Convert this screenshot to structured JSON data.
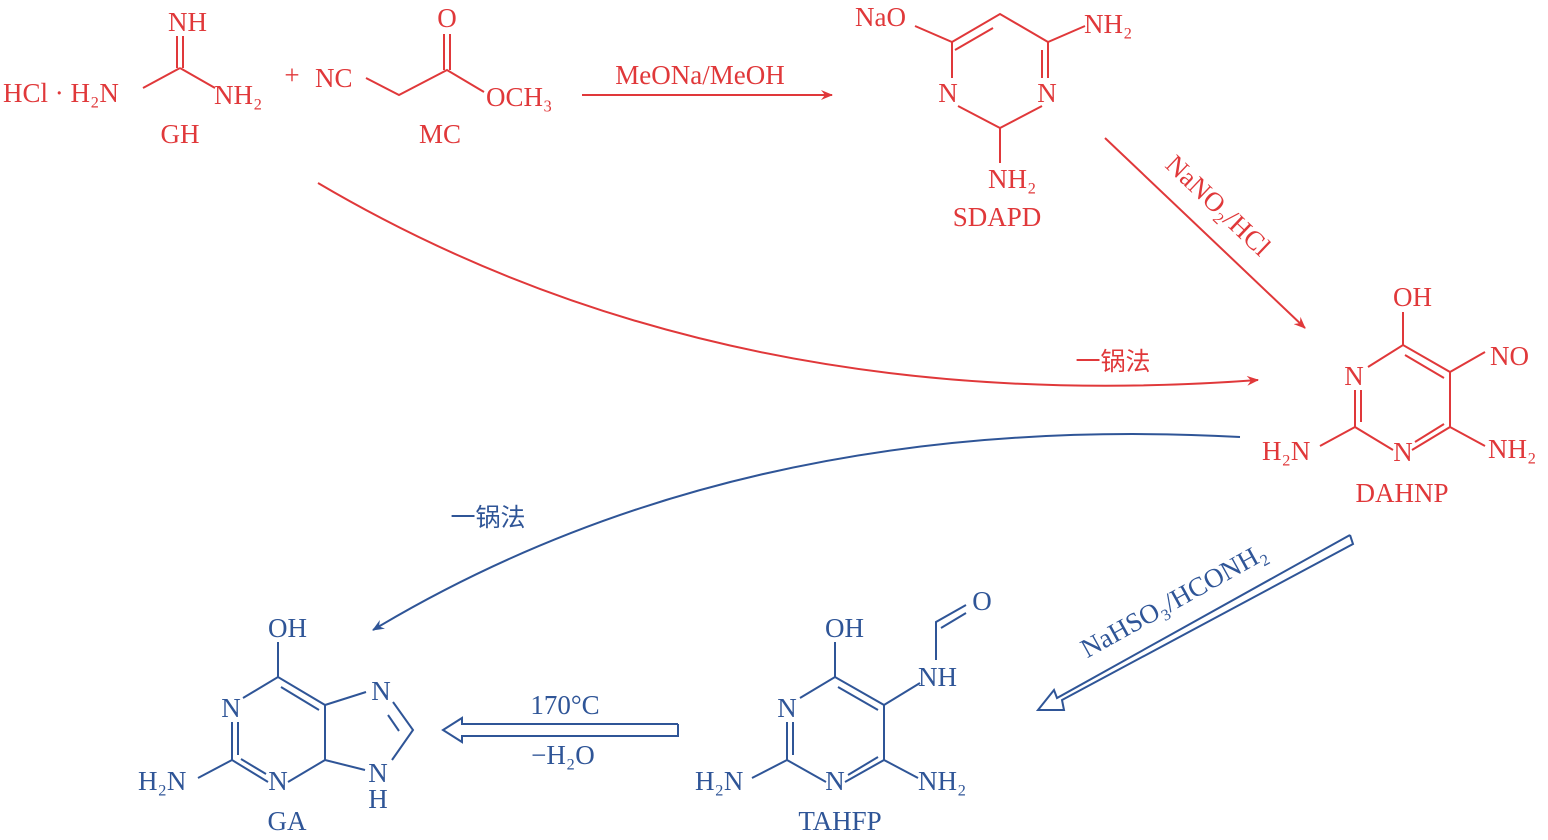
{
  "colors": {
    "red": "#e0383a",
    "blue": "#2f5597"
  },
  "gh": {
    "hcl": "HCl · H₂N",
    "nh": "NH",
    "nh2": "NH₂",
    "name": "GH"
  },
  "plus": "+",
  "mc": {
    "nc": "NC",
    "o": "O",
    "och3": "OCH₃",
    "name": "MC"
  },
  "step1": {
    "reagent": "MeONa/MeOH"
  },
  "sdapd": {
    "nao": "NaO",
    "nh2_top": "NH₂",
    "n_left": "N",
    "n_right": "N",
    "nh2_bottom": "NH₂",
    "name": "SDAPD"
  },
  "step2": {
    "reagent": "NaNO₂/HCl"
  },
  "dahnp": {
    "oh": "OH",
    "no": "NO",
    "n_top": "N",
    "n_bottom": "N",
    "h2n": "H₂N",
    "nh2": "NH₂",
    "name": "DAHNP"
  },
  "onepot_red": {
    "label": "一锅法"
  },
  "onepot_blue": {
    "label": "一锅法"
  },
  "step3": {
    "reagent": "NaHSO₃/HCONH₂"
  },
  "tahfp": {
    "oh": "OH",
    "o": "O",
    "nh": "NH",
    "n_top": "N",
    "n_bottom": "N",
    "h2n": "H₂N",
    "nh2": "NH₂",
    "name": "TAHFP"
  },
  "step4": {
    "temp": "170°C",
    "loss": "−H₂O"
  },
  "ga": {
    "oh": "OH",
    "n1": "N",
    "n3": "N",
    "n7": "N",
    "n9": "N",
    "h": "H",
    "h2n": "H₂N",
    "name": "GA"
  }
}
